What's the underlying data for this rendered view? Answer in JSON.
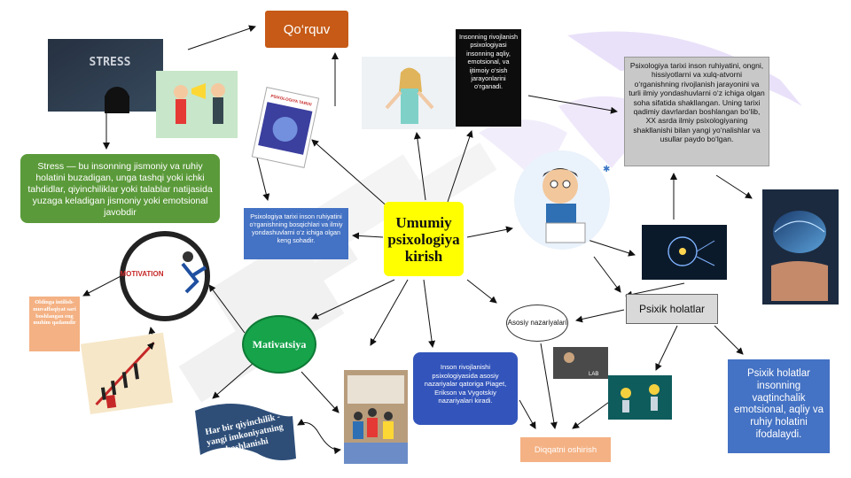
{
  "center": {
    "label": "Umumiy\npsixologiya\nkirish"
  },
  "qorquv": {
    "label": "Qo‘rquv"
  },
  "stress_image": {
    "label": "STRESS"
  },
  "stress_def": {
    "text": "Stress — bu insonning jismoniy va ruhiy holatini buzadigan, unga tashqi yoki ichki tahdidlar, qiyinchiliklar yoki talablar natijasida yuzaga keladigan jismoniy yoki emotsional javobdir"
  },
  "book": {
    "label": "PSIXOLOGIYA TARIXI"
  },
  "development_def": {
    "text": "Insonning rivojlanish psixologiyasi insonning aqliy, emotsional, va ijtimoiy o‘sish jarayonlarini o‘rganadi."
  },
  "history_def": {
    "text": "Psixologiya tarixi inson ruhiyatini, ongni, hissiyotlarni va xulq-atvorni o‘rganishning rivojlanish jarayonini va turli ilmiy yondashuvlarni o‘z ichiga olgan soha sifatida shakllangan. Uning tarixi qadimiy davrlardan boshlangan bo‘lib, XX asrda ilmiy psixologiyaning shakllanishi bilan yangi yo‘nalishlar va usullar paydo bo‘lgan."
  },
  "history_short": {
    "text": "Psixologiya tarixi inson ruhiyatini o‘rganishning bosqichlari va ilmiy yondashuvlarni o‘z ichiga olgan keng sohadir."
  },
  "theories": {
    "label": "Asosiy nazariyalari",
    "def": "Inson rivojlanishi psixologiyasida asosiy nazariyalar qatoriga Piaget, Erikson va Vygotskiy nazariyalari kiradi."
  },
  "attention": {
    "label": "Diqqatni oshirish"
  },
  "mental_states": {
    "label": "Psixik holatlar",
    "def": "Psixik holatlar insonning vaqtinchalik emotsional, aqliy va ruhiy holatini ifodalaydi."
  },
  "motivation": {
    "label": "Mativatsiya",
    "image_label": "MOTIVATION",
    "goal": "Oldinga intilish-muvaffaqiyat sari boshlangan eng muhim qadamdir",
    "ribbon": [
      "Har bir qiyinchilik -",
      "yangi imkoniyatning",
      "boshlanishi"
    ]
  },
  "photo_caption": {
    "label": "LAB"
  },
  "colors": {
    "yellow": "#ffff00",
    "orange": "#c65a16",
    "green": "#5b9a3a",
    "blue": "#4472c4",
    "peach": "#f4b183",
    "gray": "#d9d9d9",
    "dark_green": "#16a34a"
  }
}
